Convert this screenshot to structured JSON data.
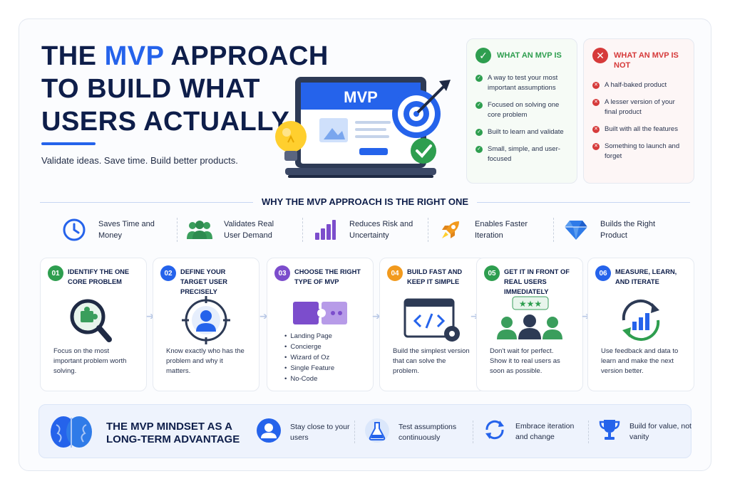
{
  "title": {
    "line1_pre": "THE ",
    "line1_accent": "MVP",
    "line1_post": " APPROACH",
    "line2": "TO BUILD WHAT",
    "line3": "USERS ACTUALLY WANT"
  },
  "tagline": "Validate ideas. Save time. Build better products.",
  "illustration": {
    "screen_label": "MVP"
  },
  "is_card": {
    "heading": "WHAT AN MVP IS",
    "items": [
      "A way to test your most important assumptions",
      "Focused on solving one core problem",
      "Built to learn and validate",
      "Small, simple, and user-focused"
    ]
  },
  "is_not_card": {
    "heading": "WHAT AN MVP IS NOT",
    "items": [
      "A half-baked product",
      "A lesser version of your final product",
      "Built with all the features",
      "Something to launch and forget"
    ]
  },
  "why_heading": "WHY THE MVP APPROACH IS THE RIGHT ONE",
  "benefits": [
    {
      "label": "Saves Time and Money",
      "icon": "clock-icon"
    },
    {
      "label": "Validates Real User Demand",
      "icon": "users-icon"
    },
    {
      "label": "Reduces Risk and Uncertainty",
      "icon": "bar-chart-icon"
    },
    {
      "label": "Enables Faster Iteration",
      "icon": "rocket-icon"
    },
    {
      "label": "Builds the Right Product",
      "icon": "diamond-icon"
    }
  ],
  "steps": [
    {
      "num": "01",
      "title": "IDENTIFY THE ONE CORE PROBLEM",
      "desc": "Focus on the most important problem worth solving.",
      "color": "#2e9e4f"
    },
    {
      "num": "02",
      "title": "DEFINE YOUR TARGET USER PRECISELY",
      "desc": "Know exactly who has the problem and why it matters.",
      "color": "#2563eb"
    },
    {
      "num": "03",
      "title": "CHOOSE THE RIGHT TYPE OF MVP",
      "list": [
        "Landing Page",
        "Concierge",
        "Wizard of Oz",
        "Single Feature",
        "No-Code"
      ],
      "color": "#7c4dcc"
    },
    {
      "num": "04",
      "title": "BUILD FAST AND KEEP IT SIMPLE",
      "desc": "Build the simplest version that can solve the problem.",
      "color": "#f29a1d"
    },
    {
      "num": "05",
      "title": "GET IT IN FRONT OF REAL USERS IMMEDIATELY",
      "desc": "Don't wait for perfect. Show it to real users as soon as possible.",
      "color": "#2e9e4f"
    },
    {
      "num": "06",
      "title": "MEASURE, LEARN, AND ITERATE",
      "desc": "Use feedback and data to learn and make the next version better.",
      "color": "#2563eb"
    }
  ],
  "banner": {
    "title": "THE MVP MINDSET AS A LONG-TERM ADVANTAGE",
    "items": [
      {
        "label": "Stay close to your users",
        "icon": "user-circle-icon"
      },
      {
        "label": "Test assumptions continuously",
        "icon": "flask-icon"
      },
      {
        "label": "Embrace iteration and change",
        "icon": "refresh-icon"
      },
      {
        "label": "Build for value, not vanity",
        "icon": "trophy-icon"
      }
    ]
  }
}
